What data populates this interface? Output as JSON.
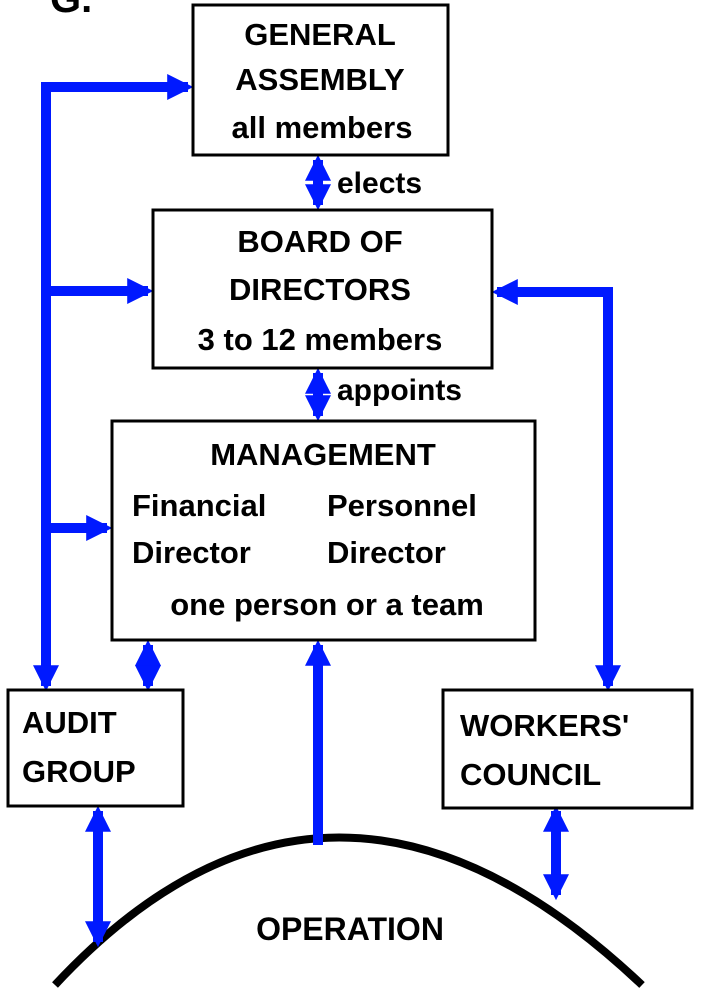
{
  "cut_text": "G.",
  "general_assembly": {
    "lines": [
      "GENERAL",
      "ASSEMBLY",
      "all members"
    ]
  },
  "elects_label": "elects",
  "board": {
    "lines": [
      "BOARD OF",
      "DIRECTORS",
      "3 to 12 members"
    ]
  },
  "appoints_label": "appoints",
  "management": {
    "title": "MANAGEMENT",
    "financial": [
      "Financial",
      "Director"
    ],
    "personnel": [
      "Personnel",
      "Director"
    ],
    "note": "one person or a team"
  },
  "audit": {
    "lines": [
      "AUDIT",
      "GROUP"
    ]
  },
  "workers": {
    "lines": [
      "WORKERS'",
      "COUNCIL"
    ]
  },
  "operation_label": "OPERATION",
  "colors": {
    "arrow": "#0019ff",
    "line": "#000000"
  }
}
